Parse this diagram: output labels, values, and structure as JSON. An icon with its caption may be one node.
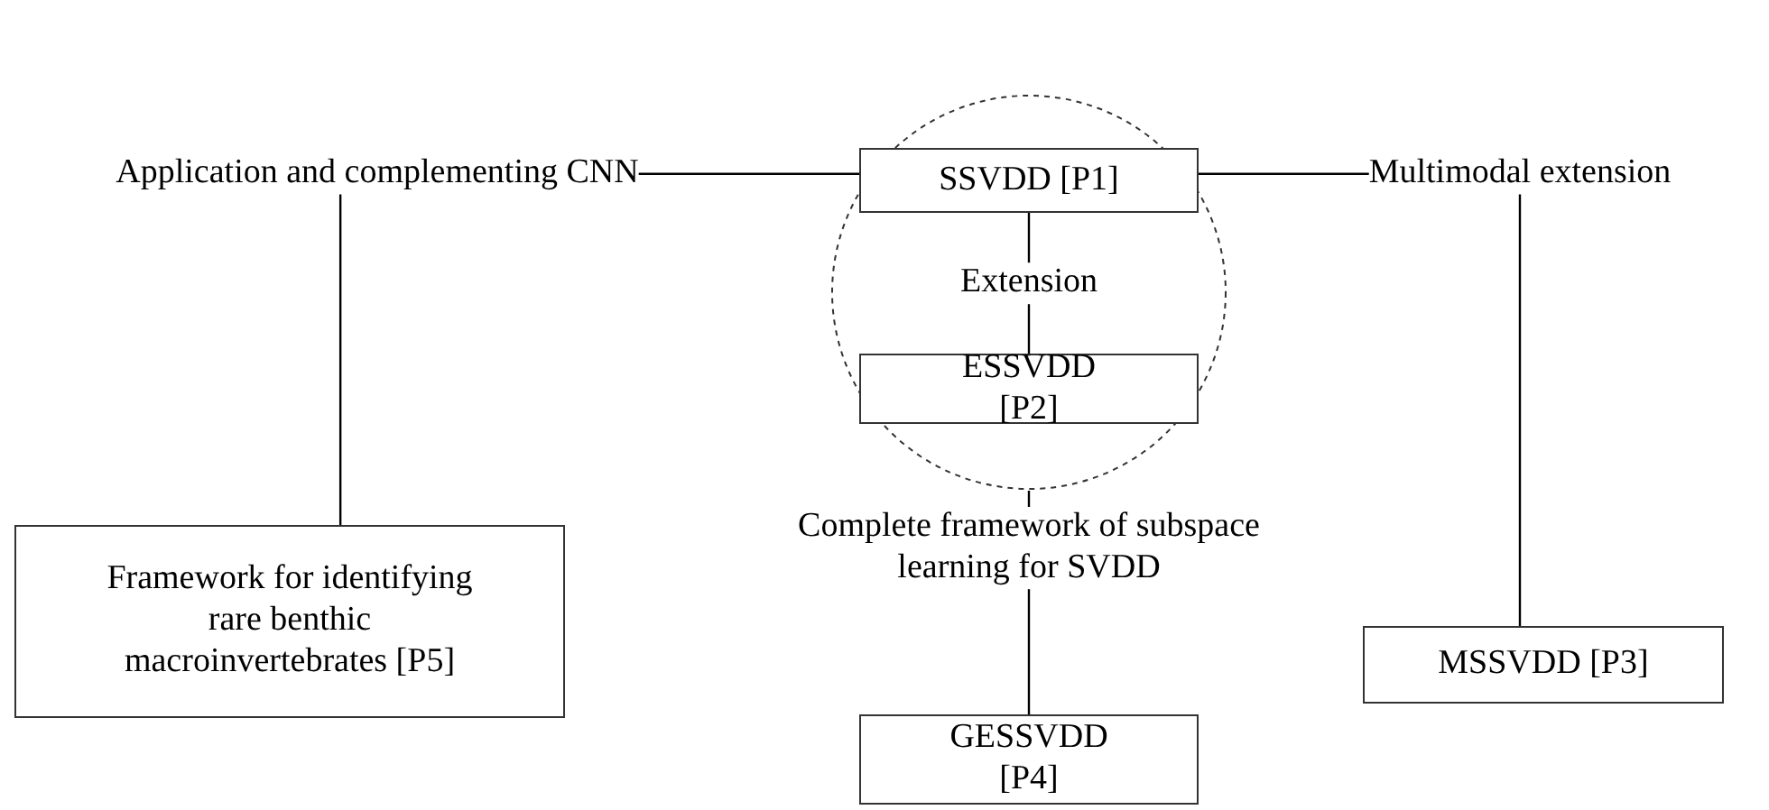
{
  "diagram": {
    "nodes": [
      {
        "text": [],
        "shape": "circle"
      },
      {
        "text": [
          "SSVDD [P1]"
        ],
        "in": 0
      },
      {
        "text": [
          "ESSVDD [P2]"
        ],
        "in": 0
      },
      {
        "text": [
          "Application and complementing CNN"
        ]
      },
      {
        "text": [
          "Multimodal extension"
        ]
      },
      {
        "text": [
          "Framework for identifying rare benthic macroinvertebrates [P5]"
        ]
      },
      {
        "text": [
          "MSSVDD [P3]"
        ]
      },
      {
        "text": [
          "Complete framework of subspace learning for SVDD"
        ]
      },
      {
        "text": [
          "GESSVDD [P4]"
        ]
      }
    ],
    "edges": [
      {
        "from": 3,
        "to": 1,
        "arrow": "none"
      },
      {
        "from": 1,
        "to": 4,
        "arrow": "none"
      },
      {
        "from": 1,
        "to": 2,
        "arrow": "none",
        "label": "Extension"
      },
      {
        "from": 3,
        "to": 5,
        "arrow": "none"
      },
      {
        "from": 4,
        "to": 6,
        "arrow": "none"
      },
      {
        "from": 0,
        "to": 7,
        "arrow": "none"
      },
      {
        "from": 7,
        "to": 8,
        "arrow": "none"
      }
    ]
  }
}
